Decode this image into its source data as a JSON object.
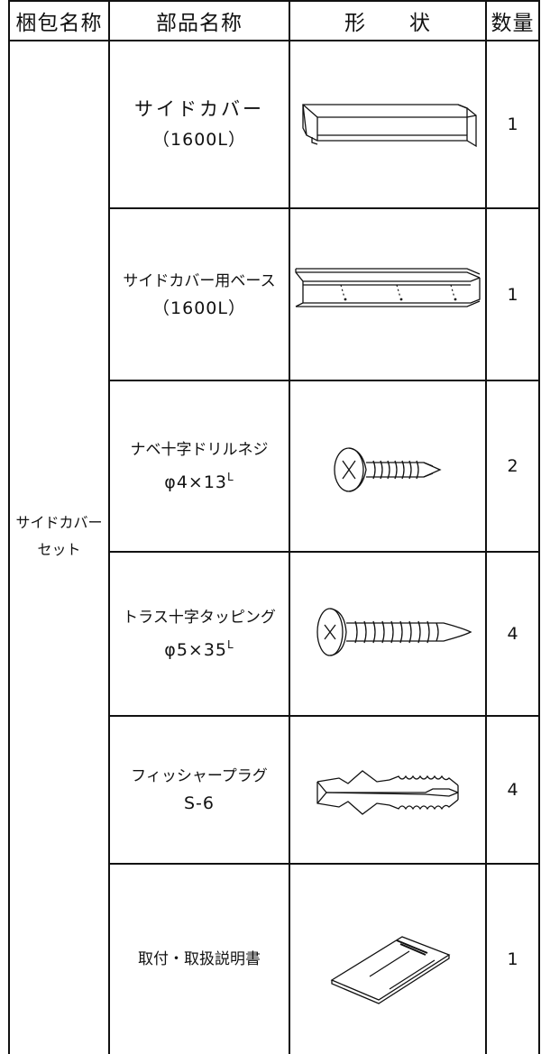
{
  "headers": {
    "package_name": "梱包名称",
    "part_name": "部品名称",
    "shape": "形　　状",
    "quantity": "数量"
  },
  "package": {
    "line1": "サイドカバー",
    "line2": "セット"
  },
  "rows": [
    {
      "name_line1": "サイドカバー",
      "name_line2": "（1600L）",
      "shape_icon": "side-cover-icon",
      "quantity": "1"
    },
    {
      "name_line1": "サイドカバー用ベース",
      "name_line2": "（1600L）",
      "shape_icon": "side-cover-base-icon",
      "quantity": "1"
    },
    {
      "name_line1": "ナベ十字ドリルネジ",
      "name_line2": "φ4×13",
      "name_sup": "L",
      "shape_icon": "drill-screw-icon",
      "quantity": "2"
    },
    {
      "name_line1": "トラス十字タッピング",
      "name_line2": "φ5×35",
      "name_sup": "L",
      "shape_icon": "tapping-screw-icon",
      "quantity": "4"
    },
    {
      "name_line1": "フィッシャープラグ",
      "name_line2": "S-6",
      "shape_icon": "fischer-plug-icon",
      "quantity": "4"
    },
    {
      "name_line1": "取付・取扱説明書",
      "shape_icon": "manual-booklet-icon",
      "quantity": "1"
    }
  ]
}
